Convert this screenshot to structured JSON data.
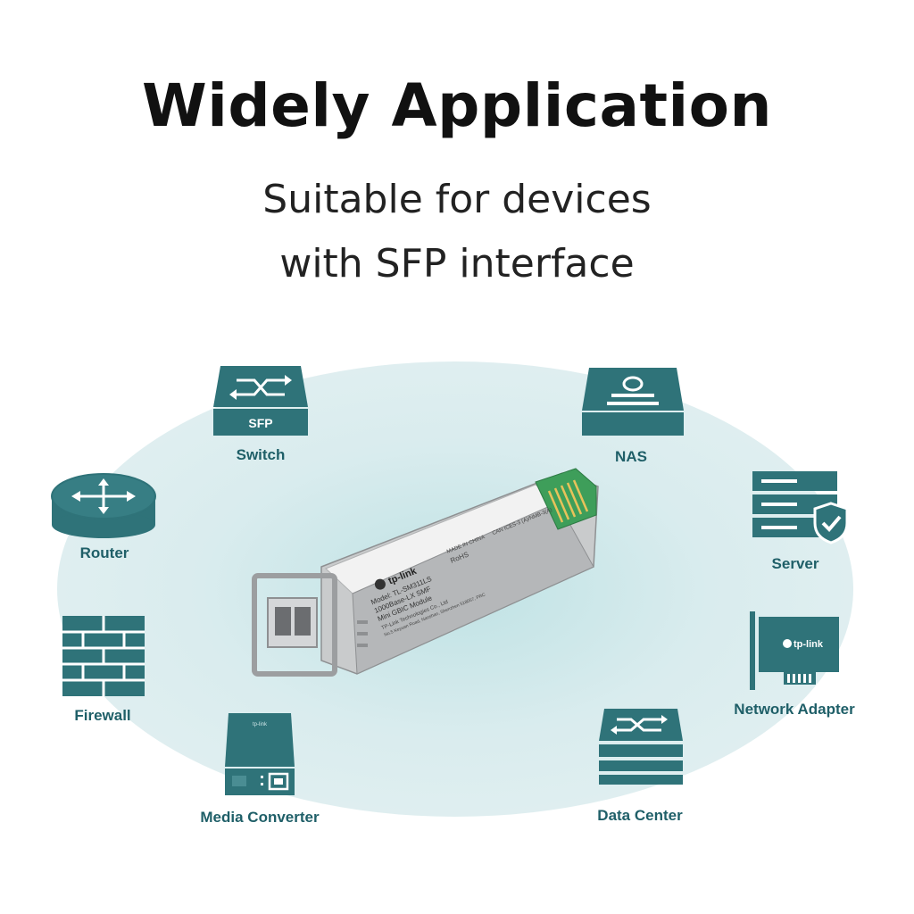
{
  "title": "Widely Application",
  "subtitle": [
    "Suitable for devices",
    "with SFP interface"
  ],
  "center": {
    "brand": "tp-link",
    "model_lines": [
      "Model: TL-SM311LS",
      "1000Base-LX SMF",
      "Mini GBIC Module"
    ],
    "maker_line": "TP-Link Technologies Co., Ltd",
    "address_line": "No.5 Keyuan Road, Nanshan, Shenzhen 518057, PRC",
    "made_in": "MADE IN CHINA",
    "can_ices": "CAN ICES-3 (A)/NMB-3(A)",
    "rohs": "RoHS"
  },
  "devices": {
    "switch": {
      "label": "Switch",
      "badge": "SFP"
    },
    "nas": {
      "label": "NAS"
    },
    "router": {
      "label": "Router"
    },
    "server": {
      "label": "Server"
    },
    "firewall": {
      "label": "Firewall"
    },
    "network_adapter": {
      "label": "Network Adapter",
      "brand": "tp-link"
    },
    "media_converter": {
      "label": "Media Converter",
      "brand": "tp-link"
    },
    "data_center": {
      "label": "Data Center"
    }
  },
  "colors": {
    "icon_teal": "#2f7379",
    "icon_teal_dark": "#235d62",
    "label": "#1f5f68",
    "ellipse": "#d9ecee"
  }
}
